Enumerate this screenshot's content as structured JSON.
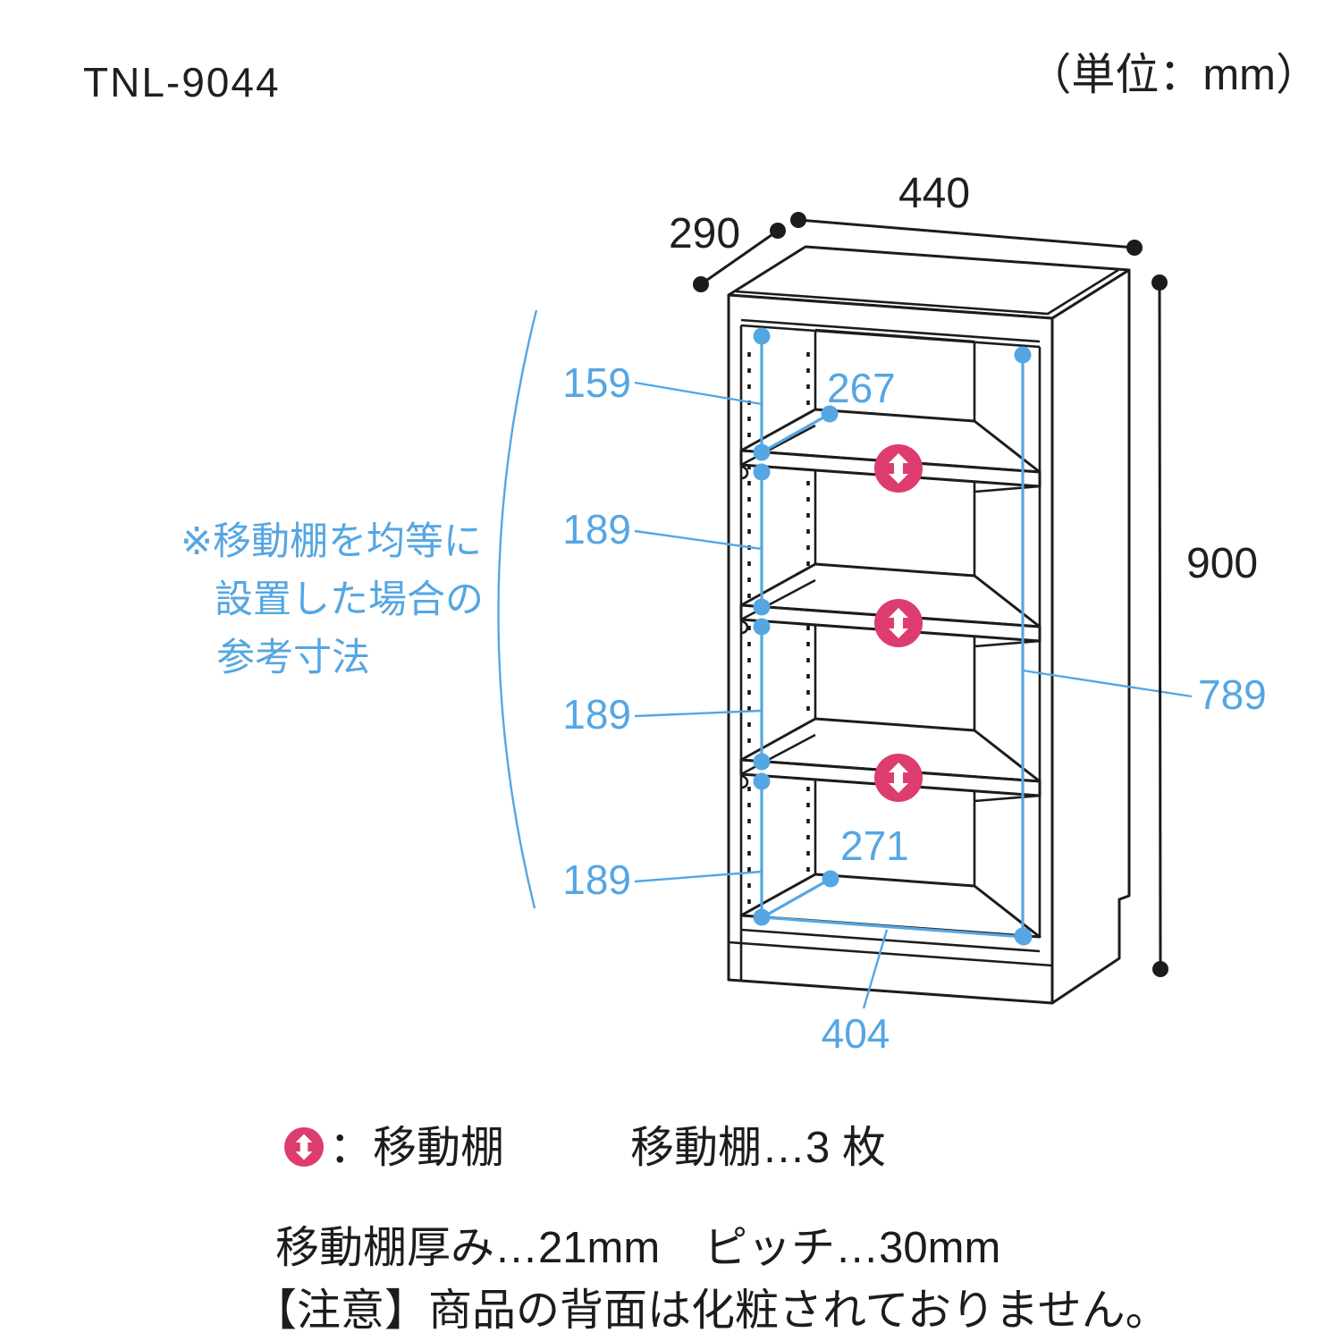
{
  "title": "TNL-9044",
  "unit_note": "（単位：mm）",
  "side_note": {
    "line1": "※移動棚を均等に",
    "line2": "設置した場合の",
    "line3": "参考寸法"
  },
  "dims": {
    "width": "440",
    "depth": "290",
    "height": "900",
    "inner_height": "789",
    "top_shelf_offset": "159",
    "gap1": "189",
    "gap2": "189",
    "gap3": "189",
    "inner_depth_top": "267",
    "inner_depth_bottom": "271",
    "inner_width": "404"
  },
  "legend": {
    "icon_meaning": "：移動棚",
    "shelf_count": "移動棚…3 枚",
    "shelf_spec": "移動棚厚み…21mm　ピッチ…30mm",
    "caution": "【注意】商品の背面は化粧されておりません。"
  },
  "colors": {
    "accent_blue": "#55a6e3",
    "accent_pink": "#dd3c6e",
    "line_black": "#1c1c1c"
  }
}
